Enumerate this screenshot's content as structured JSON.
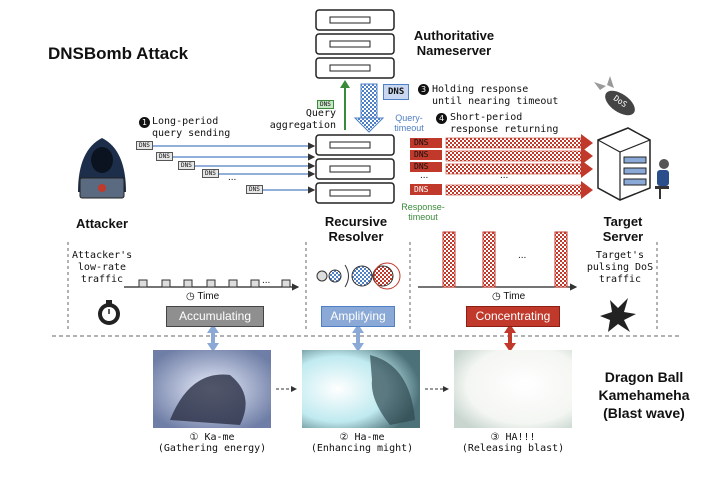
{
  "title": "DNSBomb Attack",
  "nameserver_label": "Authoritative\nNameserver",
  "attacker_label": "Attacker",
  "resolver_label": "Recursive\nResolver",
  "target_label": "Target\nServer",
  "steps": {
    "s1": {
      "num": "1",
      "text": "Long-period\nquery sending"
    },
    "s2": {
      "text": "Query\naggregation"
    },
    "s3": {
      "num": "3",
      "text": "Holding response\nuntil nearing timeout"
    },
    "s4": {
      "num": "4",
      "text": "Short-period\nresponse returning"
    }
  },
  "dns_label": "DNS",
  "query_timeout": "Query-\ntimeout",
  "response_timeout": "Response-\ntimeout",
  "ellipsis": "...",
  "attacker_traffic": "Attacker's\nlow-rate\ntraffic",
  "target_traffic": "Target's\npulsing DoS\ntraffic",
  "time_label": "Time",
  "phases": [
    "Accumulating",
    "Amplifying",
    "Concentrating"
  ],
  "dragon_ball_title": "Dragon Ball\nKamehameha\n(Blast wave)",
  "dos_label": "DoS",
  "captions": [
    {
      "num": "①",
      "line1": "Ka-me",
      "line2": "(Gathering energy)"
    },
    {
      "num": "②",
      "line1": "Ha-me",
      "line2": "(Enhancing might)"
    },
    {
      "num": "③",
      "line1": "HA!!!",
      "line2": "(Releasing blast)"
    }
  ],
  "colors": {
    "red": "#c0392b",
    "blue": "#4f7fc4",
    "green": "#3a8a3a",
    "gray": "#9a9a9a"
  }
}
